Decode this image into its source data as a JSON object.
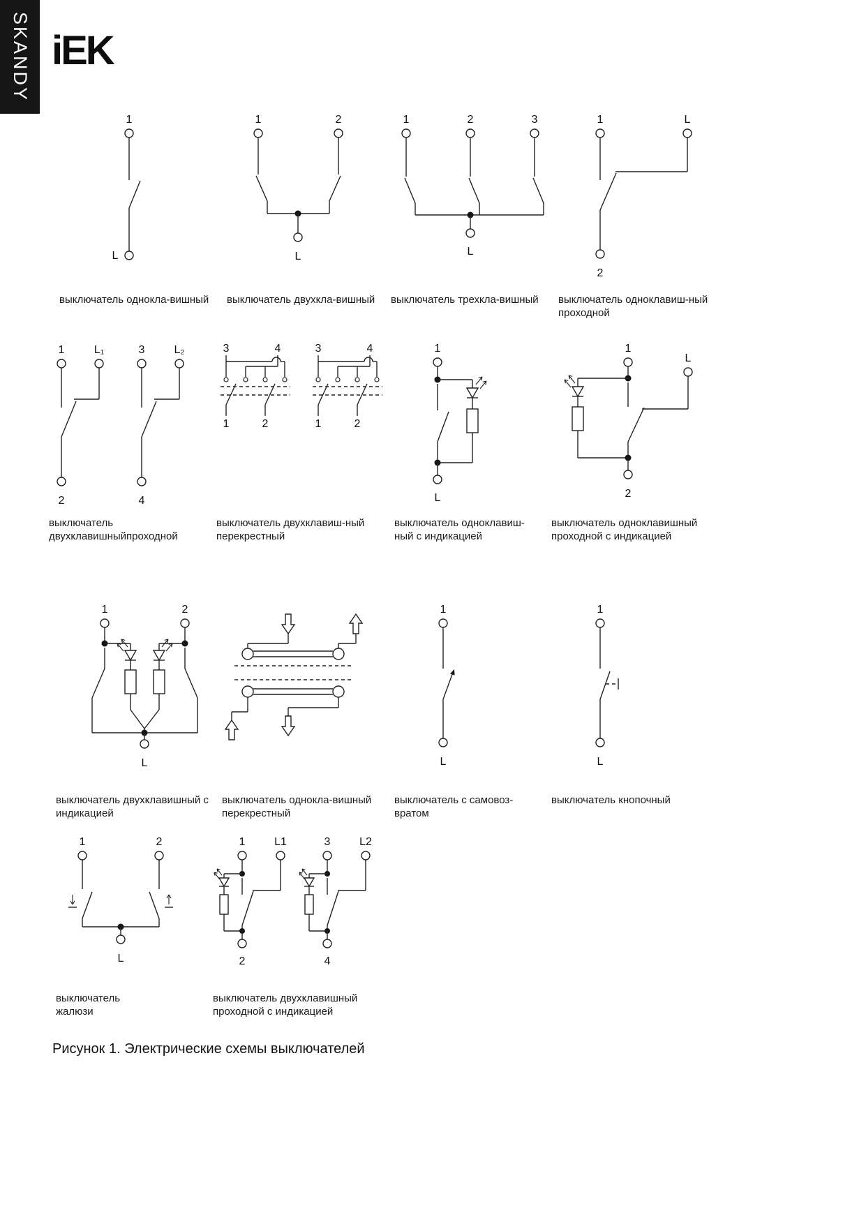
{
  "brand": {
    "vertical_label": "SKANDY",
    "logo_text": "iEK"
  },
  "figure_caption": "Рисунок 1. Электрические схемы выключателей",
  "diagrams": {
    "d1": {
      "caption1": "выключатель однокла-вишный",
      "caption2": "",
      "top1": "1",
      "bottom1": "L"
    },
    "d2": {
      "caption1": "выключатель двухкла-вишный",
      "caption2": "",
      "top1": "1",
      "top2": "2",
      "bottom1": "L"
    },
    "d3": {
      "caption1": "выключатель трехкла-вишный",
      "caption2": "",
      "top1": "1",
      "top2": "2",
      "top3": "3",
      "bottom1": "L"
    },
    "d4": {
      "caption1": "выключатель одноклавиш-ный",
      "caption2": "проходной",
      "top1": "1",
      "top2": "L",
      "bottom1": "2"
    },
    "d5": {
      "caption1": "выключатель",
      "caption2": "двухклавишныйпроходной",
      "top1": "1",
      "top2": "L₁",
      "top3": "3",
      "top4": "L₂",
      "bottom1": "2",
      "bottom2": "4"
    },
    "d6": {
      "caption1": "выключатель двухклавиш-ный",
      "caption2": "перекрестный",
      "top1": "3",
      "top2": "4",
      "bottom1": "1",
      "bottom2": "2"
    },
    "d7": {
      "caption1": "выключатель одноклавиш-",
      "caption2": "ный с индикацией",
      "top1": "1",
      "bottom1": "L"
    },
    "d8": {
      "caption1": "выключатель одноклавишный",
      "caption2": "проходной с индикацией",
      "top1": "1",
      "top2": "L",
      "bottom1": "2"
    },
    "d9": {
      "caption1": "выключатель двухклавишный с",
      "caption2": "индикацией",
      "top1": "1",
      "top2": "2",
      "bottom1": "L"
    },
    "d10": {
      "caption1": "выключатель однокла-вишный",
      "caption2": "перекрестный"
    },
    "d11": {
      "caption1": "выключатель с самовоз-",
      "caption2": "вратом",
      "top1": "1",
      "bottom1": "L"
    },
    "d12": {
      "caption1": "выключатель кнопочный",
      "caption2": "",
      "top1": "1",
      "bottom1": "L"
    },
    "d13": {
      "caption1": "выключатель",
      "caption2": "жалюзи",
      "top1": "1",
      "top2": "2",
      "bottom1": "L"
    },
    "d14": {
      "caption1": "выключатель двухклавишный",
      "caption2": "проходной с индикацией",
      "top1": "1",
      "top2": "L1",
      "top3": "3",
      "top4": "L2",
      "bottom1": "2",
      "bottom2": "4"
    }
  }
}
